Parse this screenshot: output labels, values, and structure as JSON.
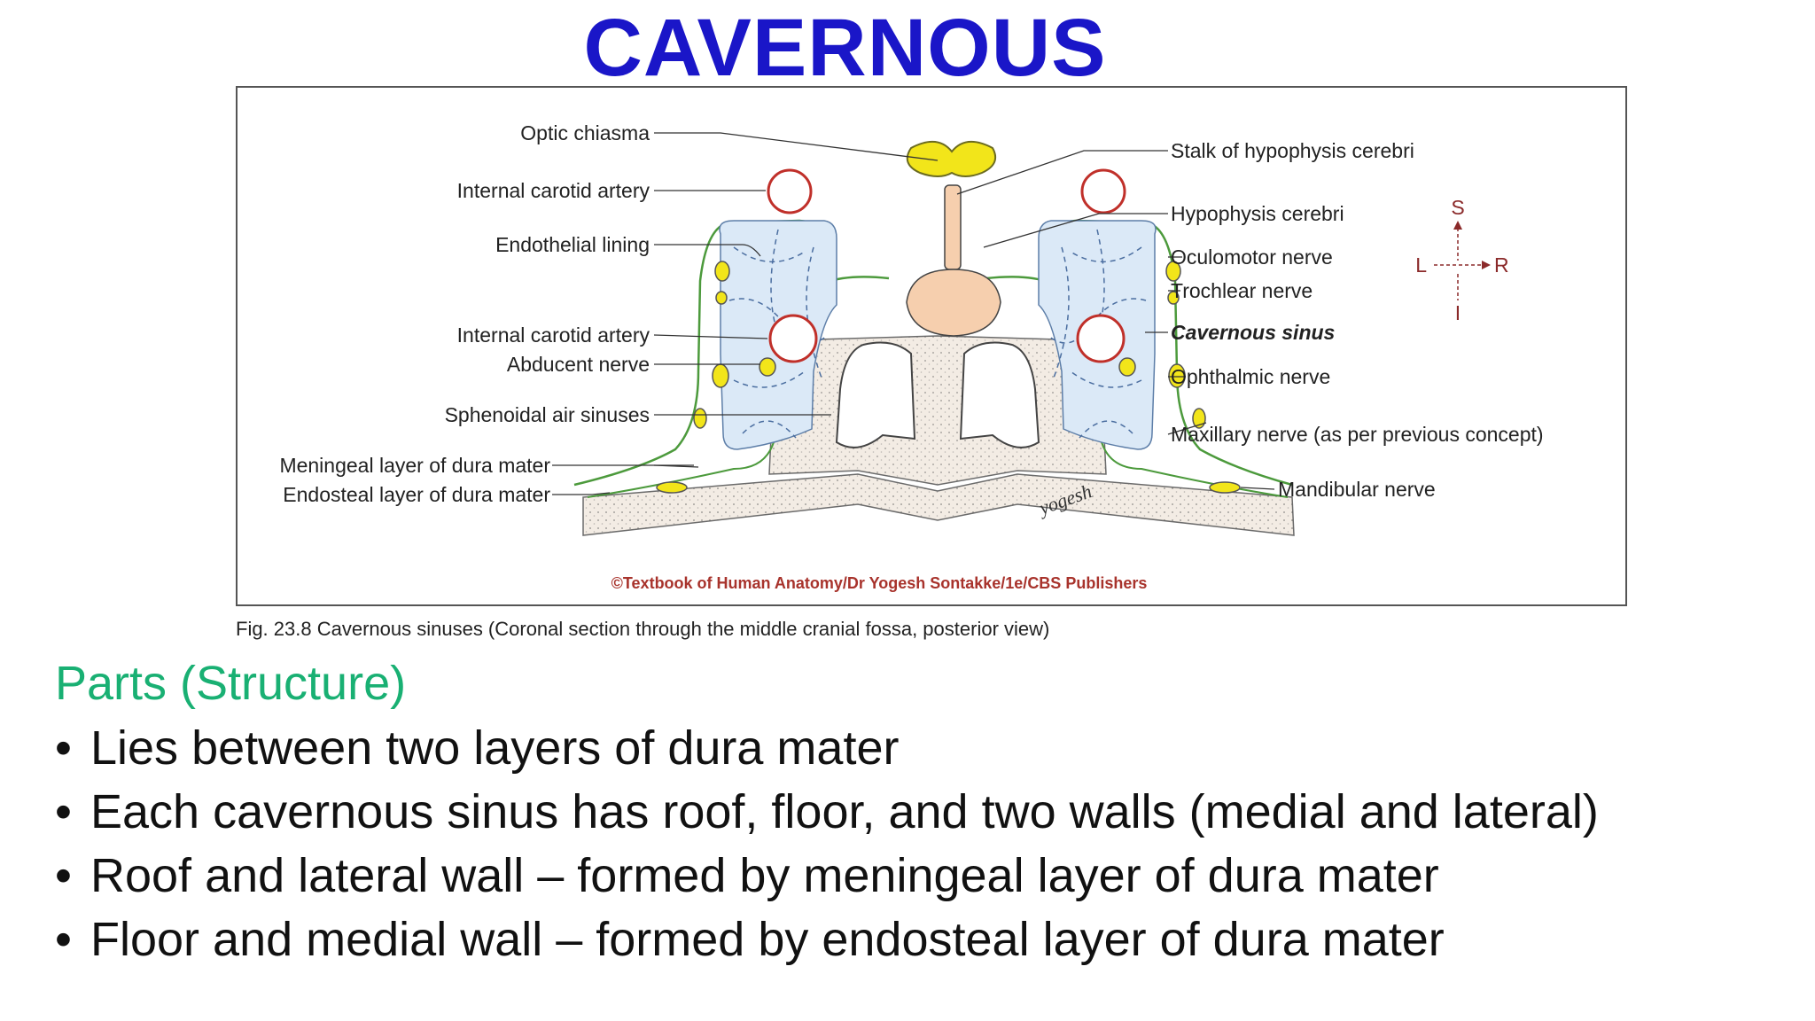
{
  "title": "CAVERNOUS",
  "figure": {
    "labels_left": {
      "optic_chiasma": "Optic chiasma",
      "internal_carotid_artery_top": "Internal carotid artery",
      "endothelial_lining": "Endothelial lining",
      "internal_carotid_artery": "Internal carotid artery",
      "abducent_nerve": "Abducent nerve",
      "sphenoidal_air_sinuses": "Sphenoidal air sinuses",
      "meningeal_layer": "Meningeal layer of dura mater",
      "endosteal_layer": "Endosteal layer of dura mater"
    },
    "labels_right": {
      "stalk": "Stalk of hypophysis cerebri",
      "hypophysis": "Hypophysis cerebri",
      "oculomotor": "Oculomotor nerve",
      "trochlear": "Trochlear nerve",
      "cavernous_sinus": "Cavernous sinus",
      "ophthalmic": "Ophthalmic nerve",
      "maxillary": "Maxillary nerve (as per previous concept)",
      "mandibular": "Mandibular nerve"
    },
    "orientation": {
      "superior": "S",
      "inferior": "I",
      "left": "L",
      "right": "R"
    },
    "signature": "yogesh",
    "copyright": "©Textbook of Human Anatomy/Dr Yogesh Sontakke/1e/CBS Publishers",
    "colors": {
      "sinus_fill": "#dbe9f7",
      "nerve_fill": "#f2e51a",
      "artery_stroke": "#c0302a",
      "dura_stroke": "#4c9a3c",
      "hypophysis_fill": "#f6cfae",
      "bone_fill": "#f3ece4"
    }
  },
  "caption": "Fig. 23.8 Cavernous sinuses (Coronal section through the middle cranial fossa, posterior view)",
  "section_heading": "Parts (Structure)",
  "bullets": [
    "Lies between two layers of dura mater",
    "Each cavernous sinus has roof, floor, and two walls (medial and lateral)",
    "Roof and lateral wall – formed by meningeal layer of dura mater",
    "Floor and medial wall – formed by endosteal layer of dura mater"
  ]
}
